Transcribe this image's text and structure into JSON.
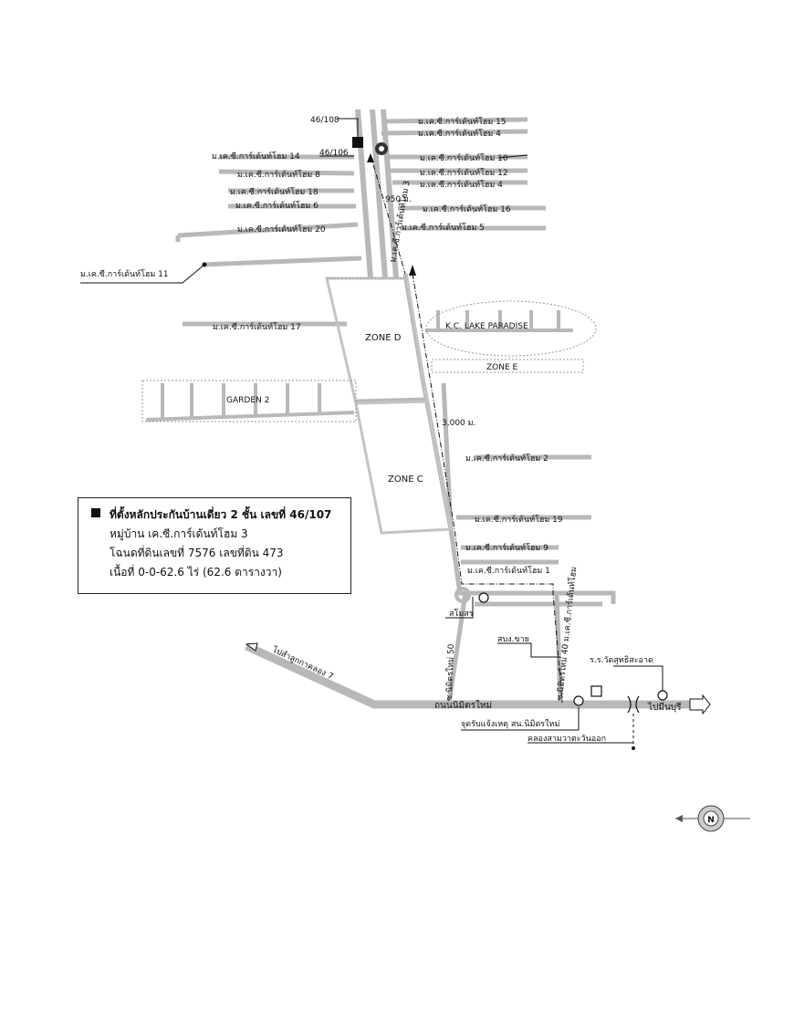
{
  "labels": {
    "h15": "ม.เค.ซี.การ์เด้นท์โฮม 15",
    "h4a": "ม.เค.ซี.การ์เด้นท์โฮม 4",
    "h10": "ม.เค.ซี.การ์เด้นท์โฮม 10",
    "h12": "ม.เค.ซี.การ์เด้นท์โฮม 12",
    "h4b": "ม.เค.ซี.การ์เด้นท์โฮม 4",
    "h16": "ม.เค.ซี.การ์เด้นท์โฮม 16",
    "h5": "ม.เค.ซี.การ์เด้นท์โฮม 5",
    "h14": "ม.เค.ซี.การ์เด้นท์โฮม 14",
    "h8": "ม.เค.ซี.การ์เด้นท์โฮม 8",
    "h18": "ม.เค.ซี.การ์เด้นท์โฮม 18",
    "h6": "ม.เค.ซี.การ์เด้นท์โฮม 6",
    "h20": "ม.เค.ซี.การ์เด้นท์โฮม 20",
    "h11": "ม.เค.ซี.การ์เด้นท์โฮม 11",
    "h17": "ม.เค.ซี.การ์เด้นท์โฮม 17",
    "h2": "ม.เค.ซี.การ์เด้นท์โฮม 2",
    "h19": "ม.เค.ซี.การ์เด้นท์โฮม 19",
    "h9": "ม.เค.ซี.การ์เด้นท์โฮม 9",
    "h1": "ม.เค.ซี.การ์เด้นท์โฮม 1",
    "n46108": "46/108",
    "n46106": "46/106",
    "soi3": "ม.เค.ซี.การ์เด้นท์โฮม 3",
    "d950": "950 ม.",
    "d3000": "3,000 ม.",
    "zone_d": "ZONE D",
    "zone_c": "ZONE C",
    "zone_e": "ZONE E",
    "lake": "K.C. LAKE PARADISE",
    "garden2": "GARDEN 2",
    "club": "สโมสร",
    "police": "สบง.ขาย",
    "school": "ร.ร.วัดสุทธิสะอาด",
    "road_main": "ถนนนิมิตรใหม่",
    "soi50": "ซ.นิมิตรใหม่ 50",
    "soi40": "ซ.นิมิตรใหม่ 40 ม.เค.ซี.การ์เด้นท์โฮม",
    "to_khlong7": "ไปสำลูกกาคลอง 7",
    "to_minburi": "ไปมีนบุรี",
    "accident": "จุดรับแจ้งเหตุ สน.นิมิตรใหม่",
    "canal": "คลองสามวาตะวันออก",
    "compass_n": "N"
  },
  "legend": {
    "line1": "ที่ตั้งหลักประกันบ้านเดี่ยว 2 ชั้น เลขที่ 46/107",
    "line2": "หมู่บ้าน เค.ซี.การ์เด้นท์โฮม 3",
    "line3": "โฉนดที่ดินเลขที่ 7576 เลขที่ดิน 473",
    "line4": "เนื้อที่ 0-0-62.6 ไร่ (62.6 ตารางวา)"
  },
  "colors": {
    "road": "#b8b8b8",
    "ink": "#111111"
  },
  "icons": {
    "compass": "compass-icon",
    "property": "square-marker-icon"
  }
}
